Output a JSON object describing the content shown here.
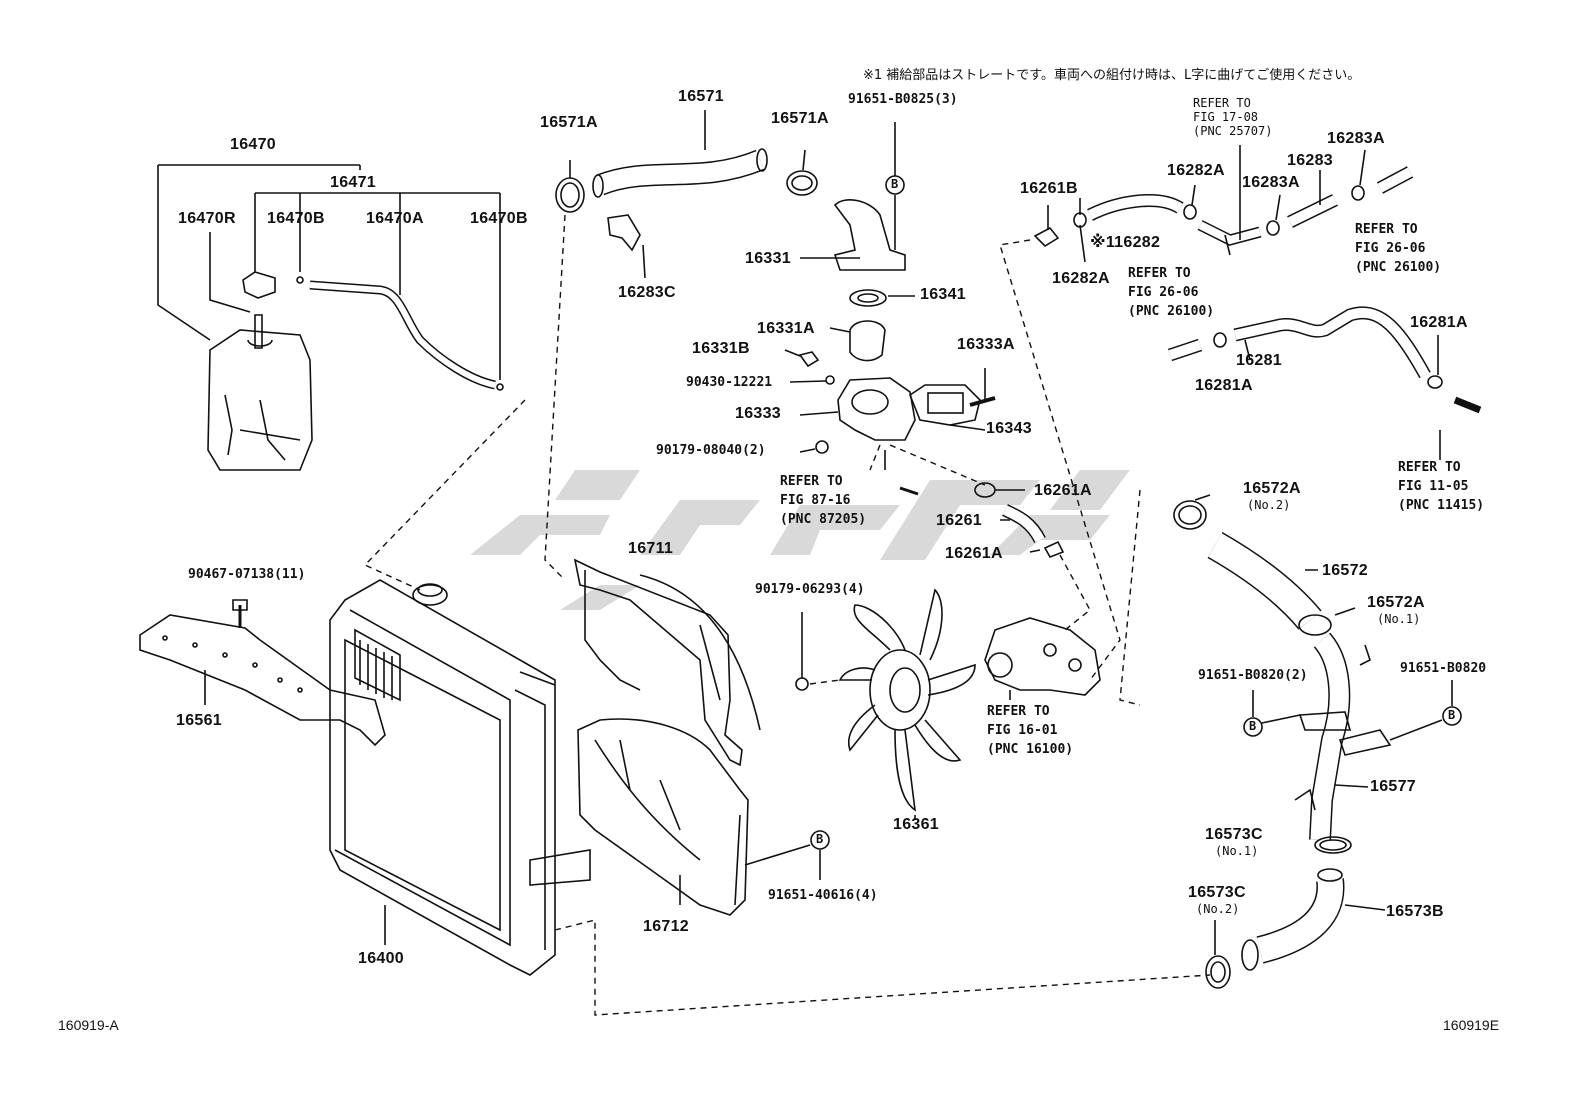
{
  "note": "※1 補給部品はストレートです。車両への組付け時は、L字に曲げてご使用ください。",
  "fig_id_left": "160919-A",
  "fig_id_right": "160919E",
  "labels": {
    "p16470": "16470",
    "p16471": "16471",
    "p16470R": "16470R",
    "p16470B_1": "16470B",
    "p16470A": "16470A",
    "p16470B_2": "16470B",
    "p16571A_1": "16571A",
    "p16571": "16571",
    "p16571A_2": "16571A",
    "p91651B0825": "91651-B0825(3)",
    "p16283C": "16283C",
    "p16331": "16331",
    "p16341": "16341",
    "p16331A": "16331A",
    "p16331B": "16331B",
    "p16333A": "16333A",
    "p9043012221": "90430-12221",
    "p16333": "16333",
    "p16343": "16343",
    "p9017908040": "90179-08040(2)",
    "p16261B": "16261B",
    "p16282A_1": "16282A",
    "p16282": "※116282",
    "p16282A_2": "16282A",
    "p16283": "16283",
    "p16283A_1": "16283A",
    "p16283A_2": "16283A",
    "p16281A_1": "16281A",
    "p16281": "16281",
    "p16281A_2": "16281A",
    "p16261A_1": "16261A",
    "p16261": "16261",
    "p16261A_2": "16261A",
    "p16572A_1": "16572A",
    "p16572A_1sub": "(No.2)",
    "p16572": "16572",
    "p16572A_2": "16572A",
    "p16572A_2sub": "(No.1)",
    "p9046707138": "90467-07138(11)",
    "p16561": "16561",
    "p16711": "16711",
    "p9017906293": "90179-06293(4)",
    "p16361": "16361",
    "p16712": "16712",
    "p9165140616": "91651-40616(4)",
    "p16400": "16400",
    "p91651B0820_1": "91651-B0820(2)",
    "p91651B0820_2": "91651-B0820",
    "p16577": "16577",
    "p16573C_1": "16573C",
    "p16573C_1sub": "(No.1)",
    "p16573C_2": "16573C",
    "p16573C_2sub": "(No.2)",
    "p16573B": "16573B",
    "circle_b": "B"
  },
  "refs": {
    "r1708": "REFER TO\nFIG 17-08\n(PNC 25707)",
    "r2606a": "REFER TO\nFIG 26-06\n(PNC 26100)",
    "r2606b": "REFER TO\nFIG 26-06\n(PNC 26100)",
    "r1105": "REFER TO\nFIG 11-05\n(PNC 11415)",
    "r8716": "REFER TO\nFIG 87-16\n(PNC 87205)",
    "r1601": "REFER TO\nFIG 16-01\n(PNC 16100)"
  }
}
